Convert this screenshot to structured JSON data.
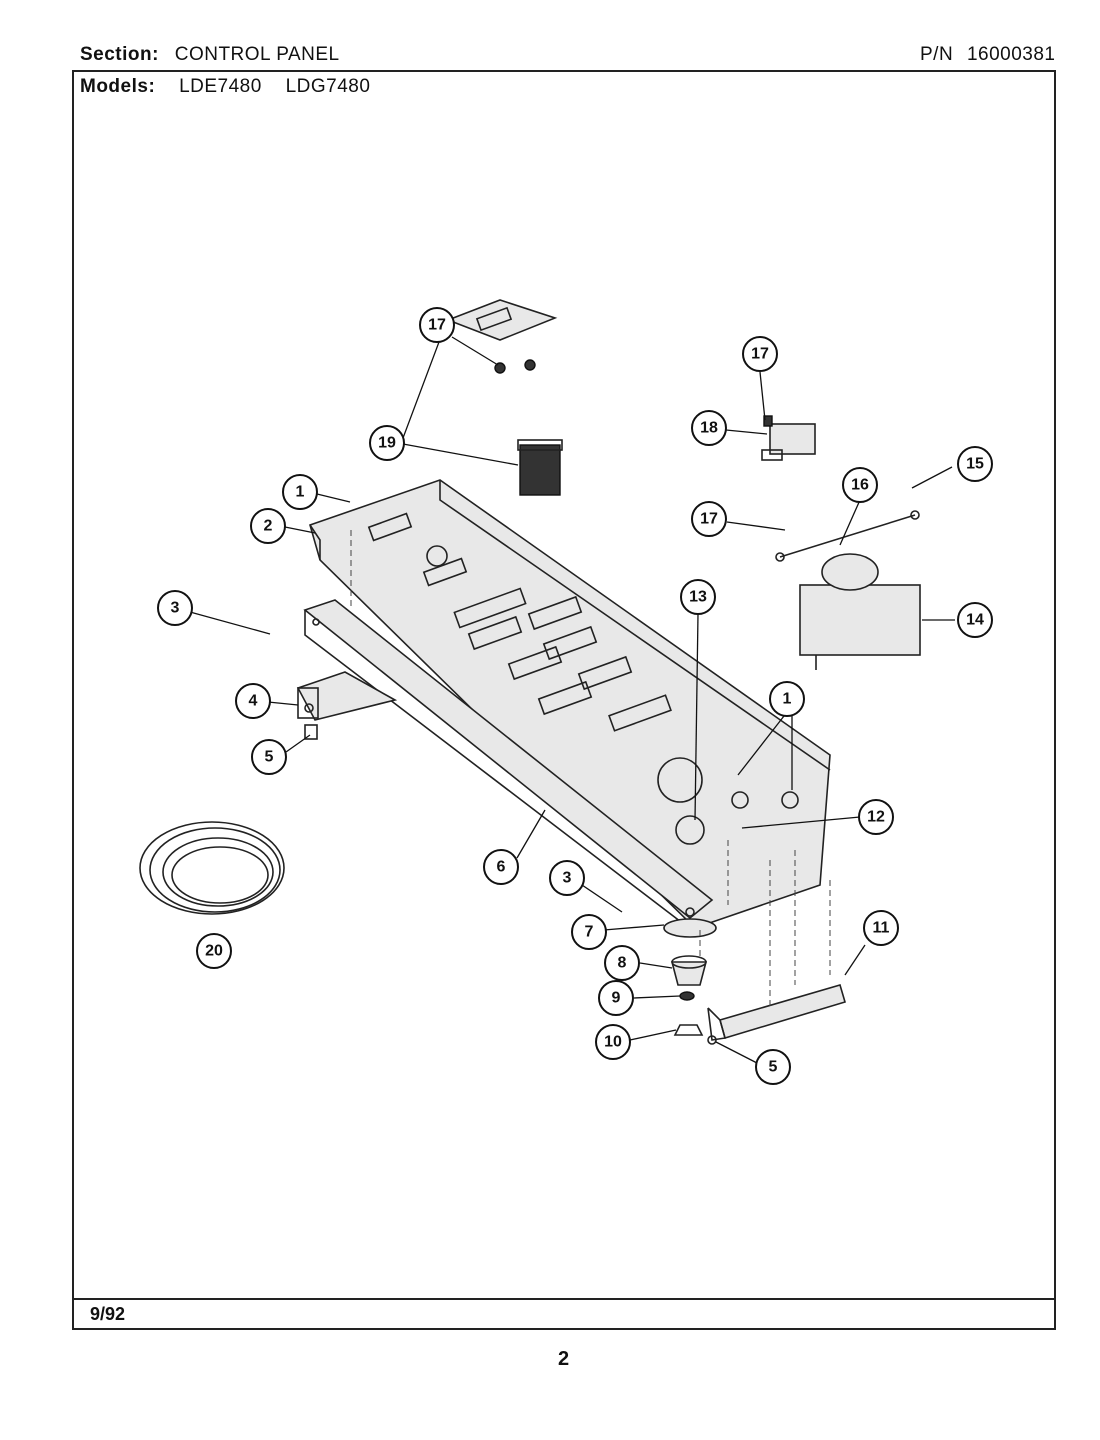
{
  "header": {
    "section_label": "Section:",
    "section_value": "CONTROL PANEL",
    "pn_label": "P/N",
    "pn_value": "16000381",
    "models_label": "Models:",
    "models": [
      "LDE7480",
      "LDG7480"
    ]
  },
  "footer": {
    "date": "9/92",
    "page_number": "2"
  },
  "callouts": [
    "1",
    "2",
    "3",
    "4",
    "5",
    "6",
    "7",
    "8",
    "9",
    "10",
    "11",
    "12",
    "13",
    "14",
    "15",
    "16",
    "17",
    "18",
    "19",
    "20"
  ]
}
